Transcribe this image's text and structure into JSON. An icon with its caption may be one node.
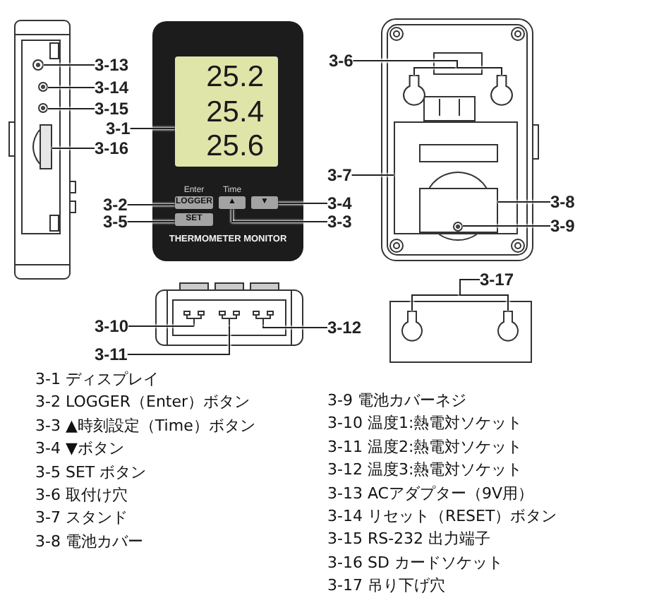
{
  "diagram": {
    "nodes": [
      {
        "text": [
          "3-13"
        ]
      },
      {
        "text": [],
        "shape": "circle"
      },
      {
        "text": [
          "3-14"
        ]
      },
      {
        "text": [],
        "shape": "circle"
      },
      {
        "text": [
          "3-15"
        ]
      },
      {
        "text": [],
        "shape": "circle"
      },
      {
        "text": [
          "THERMOMETER MONITOR"
        ]
      },
      {
        "text": [
          "25.2",
          "25.4",
          "25.6"
        ],
        "in": 6
      },
      {
        "text": [
          "Enter",
          "LOGGER"
        ],
        "in": 6
      },
      {
        "text": [
          "Time",
          "▲"
        ],
        "in": 6
      },
      {
        "text": [
          "▼"
        ],
        "in": 6
      },
      {
        "text": [
          "SET"
        ],
        "in": 6
      },
      {
        "text": [
          "3-1"
        ]
      },
      {
        "text": [
          "3-16"
        ]
      },
      {
        "text": [],
        "shape": "box"
      },
      {
        "text": [
          "3-6"
        ]
      },
      {
        "text": [],
        "shape": "keyhole"
      },
      {
        "text": [],
        "shape": "keyhole"
      },
      {
        "text": [
          "3-7"
        ]
      },
      {
        "text": [],
        "shape": "box"
      },
      {
        "text": [
          "3-8"
        ]
      },
      {
        "text": [],
        "shape": "box",
        "in": 19
      },
      {
        "text": [
          "3-9"
        ]
      },
      {
        "text": [],
        "shape": "circle",
        "in": 21
      },
      {
        "text": [
          "3-2"
        ]
      },
      {
        "text": [
          "3-5"
        ]
      },
      {
        "text": [
          "3-4"
        ]
      },
      {
        "text": [
          "3-3"
        ]
      },
      {
        "text": [
          "3-17"
        ]
      },
      {
        "text": [],
        "shape": "keyhole"
      },
      {
        "text": [],
        "shape": "keyhole"
      },
      {
        "text": [
          "3-10"
        ]
      },
      {
        "text": [],
        "shape": "socket"
      },
      {
        "text": [],
        "shape": "socket"
      },
      {
        "text": [],
        "shape": "socket"
      },
      {
        "text": [
          "3-12"
        ]
      },
      {
        "text": [
          "3-11"
        ]
      }
    ],
    "edges": [
      {
        "from": 0,
        "to": 1,
        "arrow": "none"
      },
      {
        "from": 2,
        "to": 3,
        "arrow": "none"
      },
      {
        "from": 4,
        "to": 5,
        "arrow": "none"
      },
      {
        "from": 12,
        "to": 7,
        "arrow": "none"
      },
      {
        "from": 13,
        "to": 14,
        "arrow": "none"
      },
      {
        "from": 15,
        "to": 16,
        "arrow": "none"
      },
      {
        "from": 15,
        "to": 17,
        "arrow": "none"
      },
      {
        "from": 24,
        "to": 8,
        "arrow": "none"
      },
      {
        "from": 25,
        "to": 11,
        "arrow": "none"
      },
      {
        "from": 26,
        "to": 10,
        "arrow": "none"
      },
      {
        "from": 27,
        "to": 9,
        "arrow": "none"
      },
      {
        "from": 18,
        "to": 19,
        "arrow": "none"
      },
      {
        "from": 20,
        "to": 21,
        "arrow": "none"
      },
      {
        "from": 22,
        "to": 23,
        "arrow": "none"
      },
      {
        "from": 28,
        "to": 29,
        "arrow": "none"
      },
      {
        "from": 28,
        "to": 30,
        "arrow": "none"
      },
      {
        "from": 31,
        "to": 32,
        "arrow": "none"
      },
      {
        "from": 35,
        "to": 34,
        "arrow": "none"
      },
      {
        "from": 36,
        "to": 33,
        "arrow": "none"
      }
    ],
    "labels": [
      "3-1 ディスプレイ",
      "3-2 LOGGER（Enter）ボタン",
      "3-3 ▲時刻設定（Time）ボタン",
      "3-4 ▼ボタン",
      "3-5 SET ボタン",
      "3-6 取付け穴",
      "3-7 スタンド",
      "3-8 電池カバー",
      "3-9 電池カバーネジ",
      "3-10 温度1:熱電対ソケット",
      "3-11 温度2:熱電対ソケット",
      "3-12 温度3:熱電対ソケット",
      "3-13 ACアダプター（9V用）",
      "3-14 リセット（RESET）ボタン",
      "3-15 RS-232 出力端子",
      "3-16 SD カードソケット",
      "3-17 吊り下げ穴"
    ]
  }
}
